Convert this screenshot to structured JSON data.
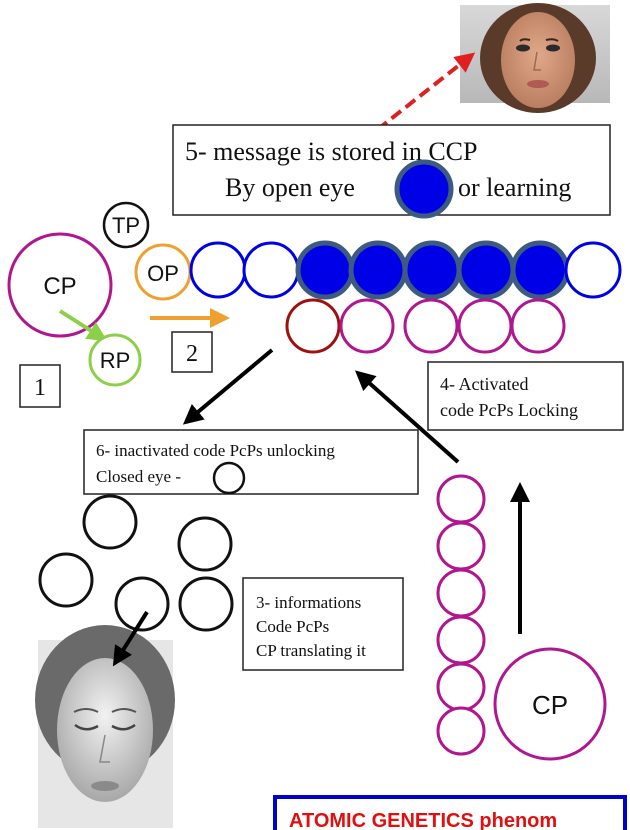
{
  "labels": {
    "cp_left": "CP",
    "rp": "RP",
    "tp": "TP",
    "op": "OP",
    "cp_bottom": "CP",
    "num_1": "1",
    "num_2": "2"
  },
  "box5": {
    "line1": "5- message is stored  in CCP",
    "line2_a": "By open eye",
    "line2_b": "or  learning"
  },
  "box4": {
    "line1": "4- Activated",
    "line2": "code  PcPs  Locking"
  },
  "box6": {
    "line1": "6- inactivated code PcPs unlocking",
    "line2": "Closed eye -"
  },
  "box3": {
    "line1": "3- informations",
    "line2": "Code PcPs",
    "line3": "CP translating it"
  },
  "footer": {
    "part1": "ATOMIC ",
    "part2": "GENETICS",
    "part3": " phenom"
  },
  "colors": {
    "magenta": "#b0168e",
    "blue": "#0000e6",
    "dark_blue_ring": "#3d5a80",
    "green": "#8ccf4a",
    "orange": "#f0a030",
    "dark_red": "#a01010",
    "red_arrow": "#e02020",
    "footer_border": "#0000cc",
    "footer_text": "#e01010"
  }
}
